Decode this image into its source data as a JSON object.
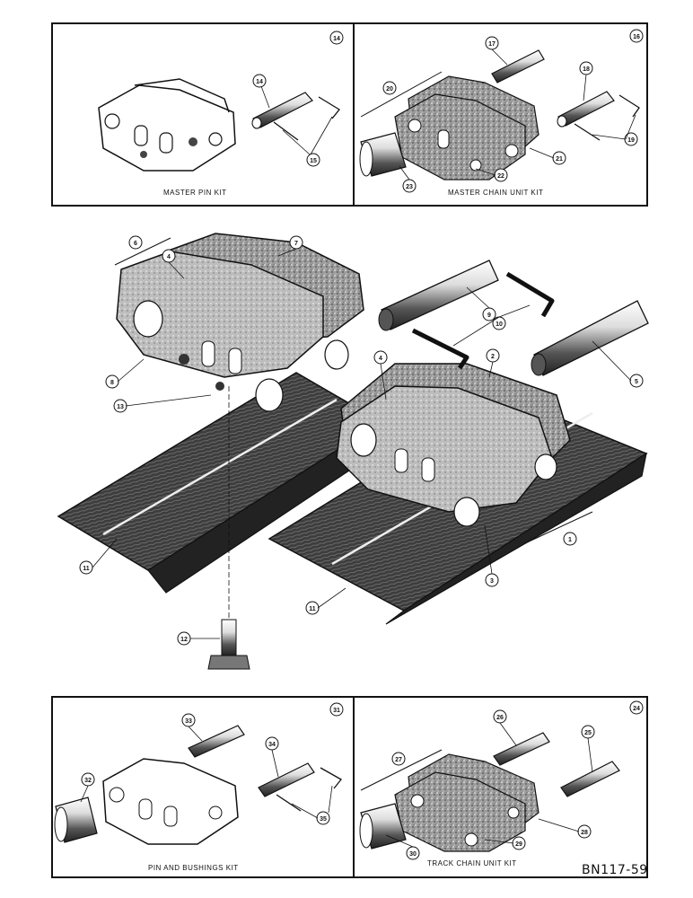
{
  "kits": {
    "master_pin": {
      "title": "MASTER PIN KIT",
      "ref": "14"
    },
    "master_chain": {
      "title": "MASTER CHAIN UNIT KIT",
      "ref": "16"
    },
    "pin_bushings": {
      "title": "PIN AND BUSHINGS KIT",
      "ref": "31"
    },
    "track_chain": {
      "title": "TRACK CHAIN UNIT KIT",
      "ref": "24"
    }
  },
  "callouts": {
    "c1": "1",
    "c2": "2",
    "c3": "3",
    "c4": "4",
    "c5": "5",
    "c6": "6",
    "c7": "7",
    "c8": "8",
    "c9": "9",
    "c10": "10",
    "c11": "11",
    "c12": "12",
    "c13": "13",
    "c14": "14",
    "c15": "15",
    "c16": "16",
    "c17": "17",
    "c19": "19",
    "c20": "20",
    "c21": "21",
    "c22": "22",
    "c23": "23",
    "c24": "24",
    "c25": "25",
    "c26": "26",
    "c27": "27",
    "c28": "28",
    "c29": "29",
    "c30": "30",
    "c31": "31",
    "c32": "32",
    "c33": "33",
    "c34": "34",
    "c35": "35"
  },
  "drawing_code": "BN117-59",
  "colors": {
    "ink": "#111111",
    "paper": "#ffffff",
    "casting": "#8c8c8c",
    "shoe": "#3a3a3a"
  }
}
